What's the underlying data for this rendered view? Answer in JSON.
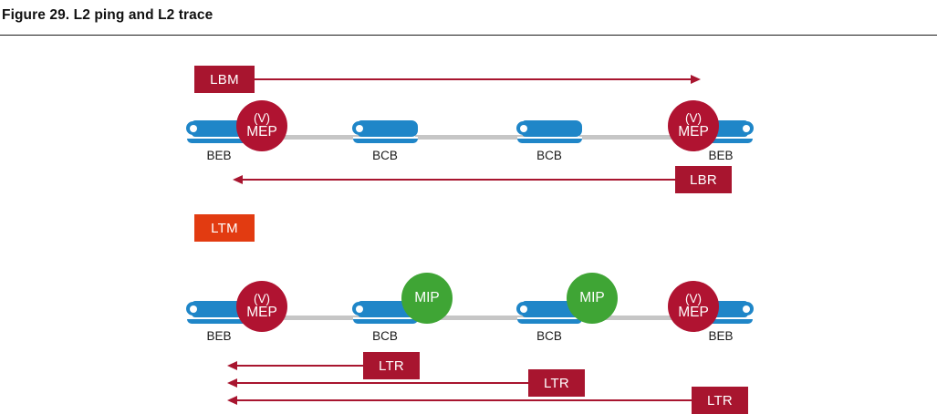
{
  "figure": {
    "title": "Figure 29. L2 ping and L2 trace"
  },
  "colors": {
    "mep_circle": "#b01331",
    "mip_circle": "#3fa535",
    "message_crimson": "#a8152f",
    "message_orange": "#e23b11",
    "switch_blue": "#1f86c8",
    "chain_gray": "#c6c6c6"
  },
  "diagrams": [
    {
      "name": "l2-ping",
      "switches": [
        {
          "label": "BEB"
        },
        {
          "label": "BCB"
        },
        {
          "label": "BCB"
        },
        {
          "label": "BEB"
        }
      ],
      "endpoints": [
        {
          "line1": "(V)",
          "line2": "MEP"
        },
        {
          "line1": "(V)",
          "line2": "MEP"
        }
      ],
      "messages": [
        {
          "label": "LBM",
          "direction": "right"
        },
        {
          "label": "LBR",
          "direction": "left"
        }
      ]
    },
    {
      "name": "l2-trace",
      "switches": [
        {
          "label": "BEB"
        },
        {
          "label": "BCB"
        },
        {
          "label": "BCB"
        },
        {
          "label": "BEB"
        }
      ],
      "endpoints": [
        {
          "line1": "(V)",
          "line2": "MEP"
        },
        {
          "line1": "(V)",
          "line2": "MEP"
        }
      ],
      "intermediates": [
        {
          "label": "MIP"
        },
        {
          "label": "MIP"
        }
      ],
      "messages": [
        {
          "label": "LTM",
          "direction": "right"
        },
        {
          "label": "LTR",
          "direction": "left"
        },
        {
          "label": "LTR",
          "direction": "left"
        },
        {
          "label": "LTR",
          "direction": "left"
        }
      ]
    }
  ]
}
